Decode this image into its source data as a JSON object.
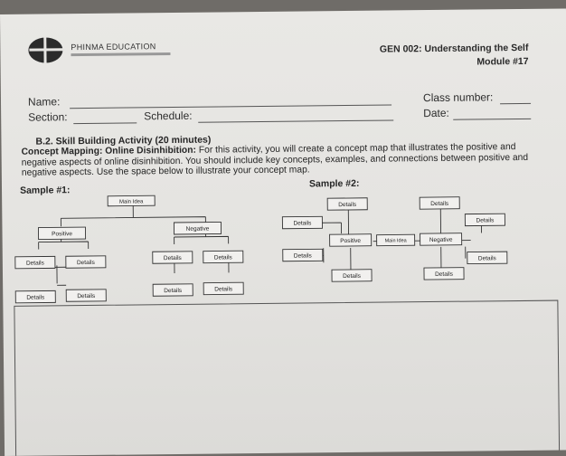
{
  "header": {
    "org_name": "PHINMA EDUCATION",
    "course_code": "GEN 002: Understanding the Self",
    "module": "Module #17"
  },
  "form": {
    "name_label": "Name:",
    "class_number_label": "Class number:",
    "section_label": "Section:",
    "schedule_label": "Schedule:",
    "date_label": "Date:"
  },
  "activity": {
    "heading": "B.2. Skill Building Activity (20 minutes)",
    "lead": "Concept Mapping: Online Disinhibition:",
    "instructions": " For this activity, you will create a concept map that illustrates the positive and negative aspects of online disinhibition. You should include key concepts, examples, and connections between positive and negative aspects. Use the space below to illustrate your concept map."
  },
  "sample1": {
    "label": "Sample #1:",
    "main": "Main Idea",
    "positive": "Positive",
    "negative": "Negative",
    "details": "Details"
  },
  "sample2": {
    "label": "Sample #2:",
    "main": "Main Idea",
    "positive": "Positive",
    "negative": "Negative",
    "details": "Details"
  }
}
